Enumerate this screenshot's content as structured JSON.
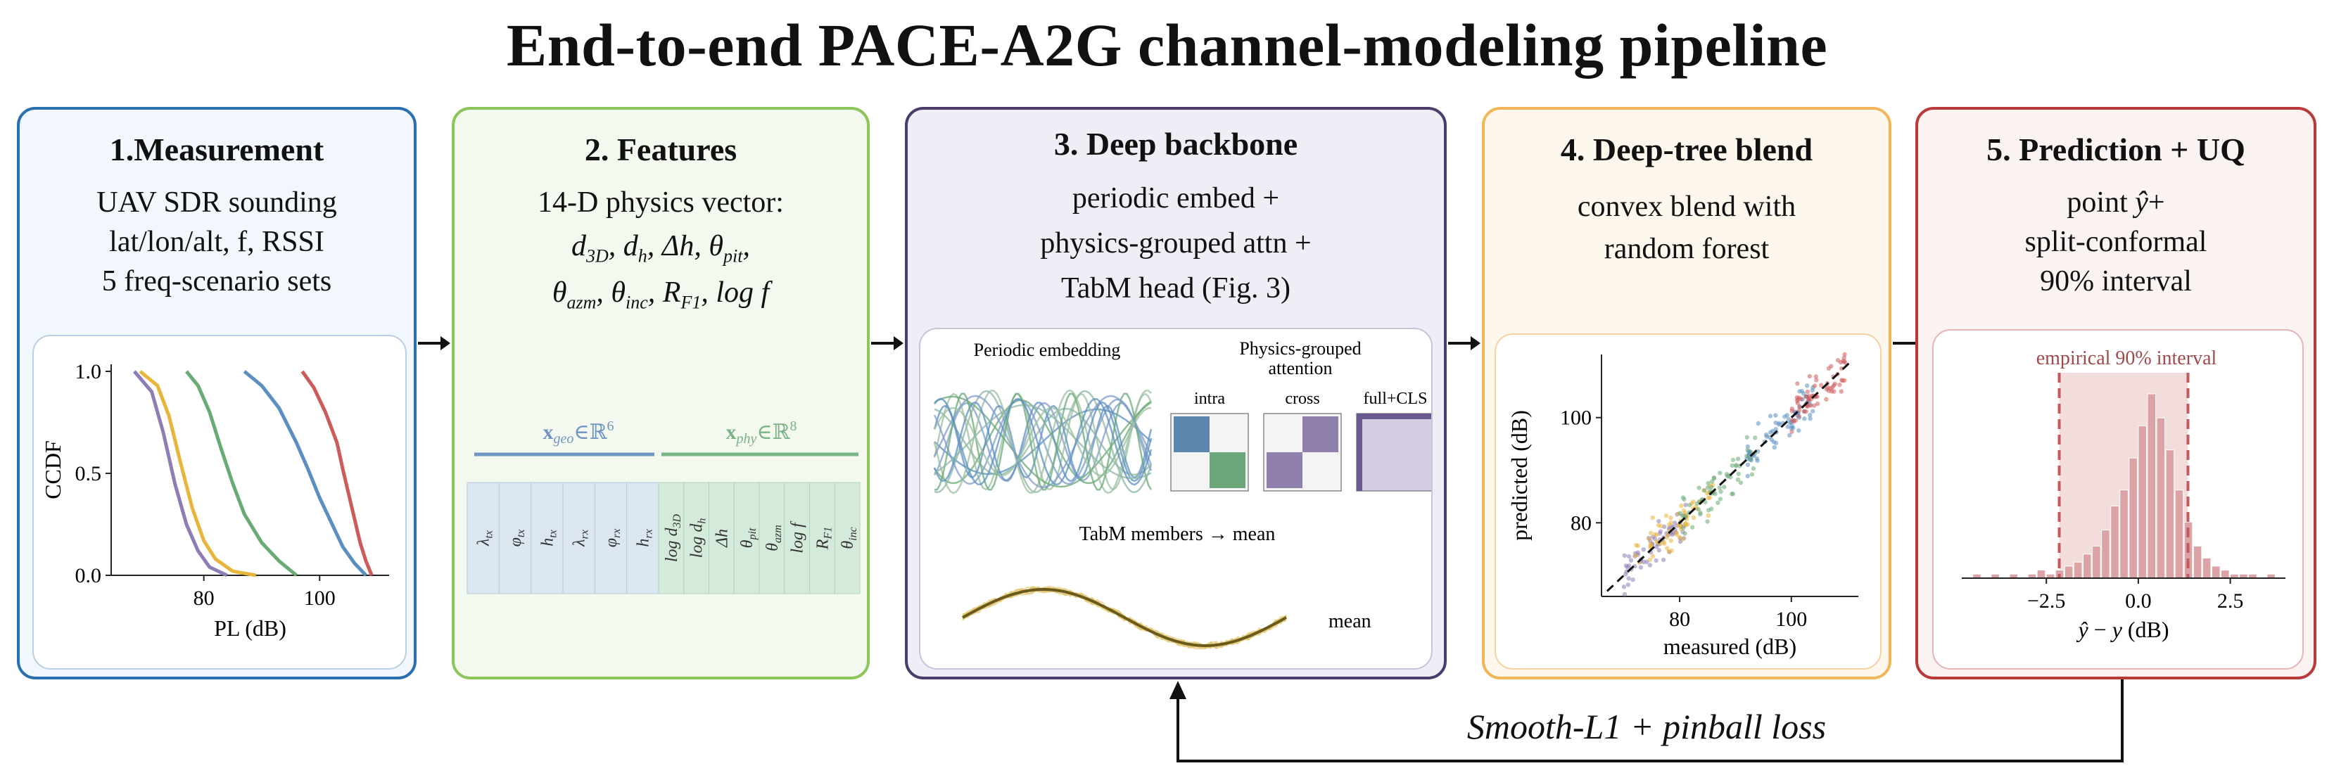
{
  "title": "End-to-end PACE-A2G channel-modeling pipeline",
  "colors": {
    "p1_border": "#2a6fb0",
    "p1_bg": "#f2f7fd",
    "p2_border": "#8cc55a",
    "p2_bg": "#f4f9ef",
    "p3_border": "#4a3d6b",
    "p3_bg": "#efedf5",
    "p4_border": "#f0b657",
    "p4_bg": "#fdf7ee",
    "p5_border": "#b83a3a",
    "p5_bg": "#fbf2f2"
  },
  "panels": {
    "p1": {
      "title": "1.Measurement",
      "lines": [
        "UAV SDR sounding",
        "lat/lon/alt,  f,  RSSI",
        "5 freq-scenario sets"
      ],
      "chart": {
        "ylabel": "CCDF",
        "xlabel": "PL (dB)",
        "xticks": [
          "80",
          "100"
        ],
        "yticks": [
          "0.0",
          "0.5",
          "1.0"
        ]
      }
    },
    "p2": {
      "title": "2. Features",
      "lines": [
        "14-D physics vector:"
      ],
      "formula1": [
        "d",
        "3D",
        ", d",
        "h",
        ", Δh, θ",
        "pit",
        ","
      ],
      "formula2": [
        "θ",
        "azm",
        ", θ",
        "inc",
        ", R",
        "F1",
        ", log  f"
      ],
      "geo_label": "x_geo ∈ ℝ^6",
      "phy_label": "x_phy ∈ ℝ^8",
      "geo_label_parts": [
        "x",
        "geo",
        "∈ℝ",
        "6"
      ],
      "phy_label_parts": [
        "x",
        "phy",
        "∈ℝ",
        "8"
      ],
      "geo_cols": [
        [
          "λ",
          "tx"
        ],
        [
          "φ",
          "tx"
        ],
        [
          "h",
          "tx"
        ],
        [
          "λ",
          "rx"
        ],
        [
          "φ",
          "rx"
        ],
        [
          "h",
          "rx"
        ]
      ],
      "phy_cols": [
        [
          "log d",
          "3D"
        ],
        [
          "log d",
          "h"
        ],
        [
          "Δh",
          ""
        ],
        [
          "θ",
          "pit"
        ],
        [
          "θ",
          "azm"
        ],
        [
          "log f",
          ""
        ],
        [
          "R",
          "F1"
        ],
        [
          "θ",
          "inc"
        ]
      ]
    },
    "p3": {
      "title": "3. Deep backbone",
      "lines": [
        "periodic embed +",
        "physics-grouped attn +",
        "TabM head (Fig. 3)"
      ],
      "periodic_label": "Periodic embedding",
      "attn_label_1": "Physics-grouped",
      "attn_label_2": "attention",
      "attn_types": [
        "intra",
        "cross",
        "full+CLS"
      ],
      "tabm_label": "TabM members → mean",
      "mean_label": "mean"
    },
    "p4": {
      "title": "4. Deep-tree blend",
      "lines": [
        "convex blend with",
        "random forest"
      ],
      "chart": {
        "ylabel": "predicted (dB)",
        "xlabel": "measured (dB)",
        "xticks": [
          "80",
          "100"
        ],
        "yticks": [
          "80",
          "100"
        ]
      }
    },
    "p5": {
      "title": "5. Prediction + UQ",
      "lines": [
        "point ŷ+",
        "split-conformal",
        "90% interval"
      ],
      "point_parts": [
        "point ",
        "ŷ",
        "+"
      ],
      "chart": {
        "annotation": "empirical 90% interval",
        "xlabel": "ŷ − y (dB)",
        "xlabel_parts": [
          "ŷ",
          " − ",
          "y",
          " (dB)"
        ],
        "xticks": [
          "−2.5",
          "0.0",
          "2.5"
        ]
      }
    }
  },
  "loss_label": "Smooth-L1 + pinball loss",
  "chart_data": [
    {
      "type": "line",
      "title": "",
      "xlabel": "PL (dB)",
      "ylabel": "CCDF",
      "xlim": [
        64,
        112
      ],
      "ylim": [
        0,
        1
      ],
      "series": [
        {
          "color": "#8e7cb5",
          "x": [
            68,
            71,
            73,
            75,
            77,
            79,
            81,
            84
          ],
          "y": [
            1.0,
            0.9,
            0.7,
            0.45,
            0.25,
            0.12,
            0.04,
            0.0
          ]
        },
        {
          "color": "#e7b53c",
          "x": [
            69,
            72,
            74,
            76,
            78,
            80,
            82,
            85,
            89
          ],
          "y": [
            1.0,
            0.93,
            0.78,
            0.55,
            0.33,
            0.17,
            0.08,
            0.02,
            0.0
          ]
        },
        {
          "color": "#6aaa74",
          "x": [
            77,
            79,
            81,
            83,
            85,
            87,
            90,
            93,
            96
          ],
          "y": [
            1.0,
            0.93,
            0.8,
            0.62,
            0.45,
            0.3,
            0.16,
            0.07,
            0.0
          ]
        },
        {
          "color": "#5b8fc0",
          "x": [
            87,
            90,
            93,
            96,
            98,
            100,
            102,
            104,
            106,
            108
          ],
          "y": [
            1.0,
            0.93,
            0.82,
            0.65,
            0.52,
            0.38,
            0.26,
            0.14,
            0.06,
            0.0
          ]
        },
        {
          "color": "#cd5b5b",
          "x": [
            97,
            99,
            101,
            103,
            104,
            105,
            106,
            107,
            108,
            109
          ],
          "y": [
            1.0,
            0.92,
            0.8,
            0.65,
            0.52,
            0.4,
            0.28,
            0.16,
            0.07,
            0.0
          ]
        }
      ]
    },
    {
      "type": "scatter",
      "title": "",
      "xlabel": "measured (dB)",
      "ylabel": "predicted (dB)",
      "xlim": [
        66,
        112
      ],
      "ylim": [
        66,
        112
      ],
      "identity_line": true,
      "colors": [
        "#8e7cb5",
        "#e7b53c",
        "#6aaa74",
        "#5b8fc0",
        "#cd5b5b"
      ],
      "ranges": [
        [
          70,
          82
        ],
        [
          72,
          86
        ],
        [
          80,
          94
        ],
        [
          92,
          104
        ],
        [
          100,
          110
        ]
      ],
      "n_per_series": 70
    },
    {
      "type": "bar",
      "title": "",
      "xlabel": "ŷ − y (dB)",
      "xlim": [
        -4.8,
        4.0
      ],
      "bin_width": 0.25,
      "bin_start": -4.5,
      "counts": [
        1,
        0,
        1,
        0,
        1,
        0,
        1,
        2,
        1,
        2,
        3,
        4,
        6,
        8,
        12,
        18,
        22,
        30,
        38,
        46,
        40,
        32,
        22,
        14,
        8,
        5,
        3,
        2,
        1,
        1,
        1,
        0,
        1
      ],
      "interval": [
        -2.15,
        1.35
      ],
      "annotation": "empirical 90% interval"
    }
  ]
}
